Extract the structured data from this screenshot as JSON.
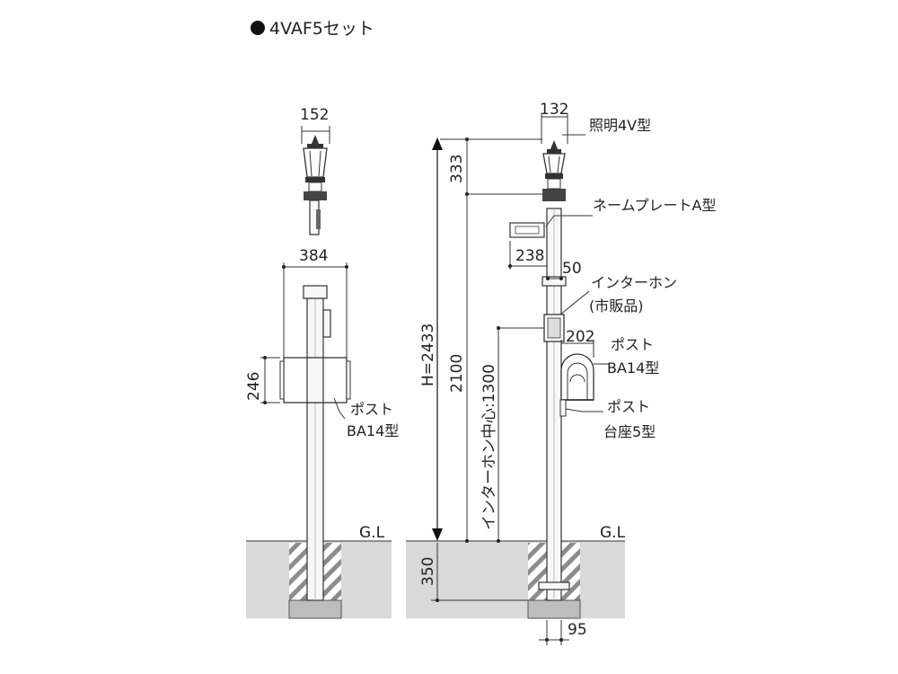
{
  "title": "4VAF5セット",
  "left_view": {
    "dim_top": "152",
    "dim_width": "384",
    "dim_post_height": "246",
    "post_label_1": "ポスト",
    "post_label_2": "BA14型",
    "ground_label": "G.L"
  },
  "right_view": {
    "dim_top": "132",
    "light_label": "照明4V型",
    "dim_light": "333",
    "nameplate_label": "ネームプレートA型",
    "dim_nameplate": "238",
    "dim_50": "50",
    "intercom_label_1": "インターホン",
    "intercom_label_2": "(市販品)",
    "dim_202": "202",
    "post_label_1": "ポスト",
    "post_label_2": "BA14型",
    "stand_label_1": "ポスト",
    "stand_label_2": "台座5型",
    "dim_H": "H=2433",
    "dim_2100": "2100",
    "dim_intercom_center": "インターホン中心:1300",
    "dim_depth": "350",
    "dim_95": "95",
    "ground_label": "G.L"
  }
}
